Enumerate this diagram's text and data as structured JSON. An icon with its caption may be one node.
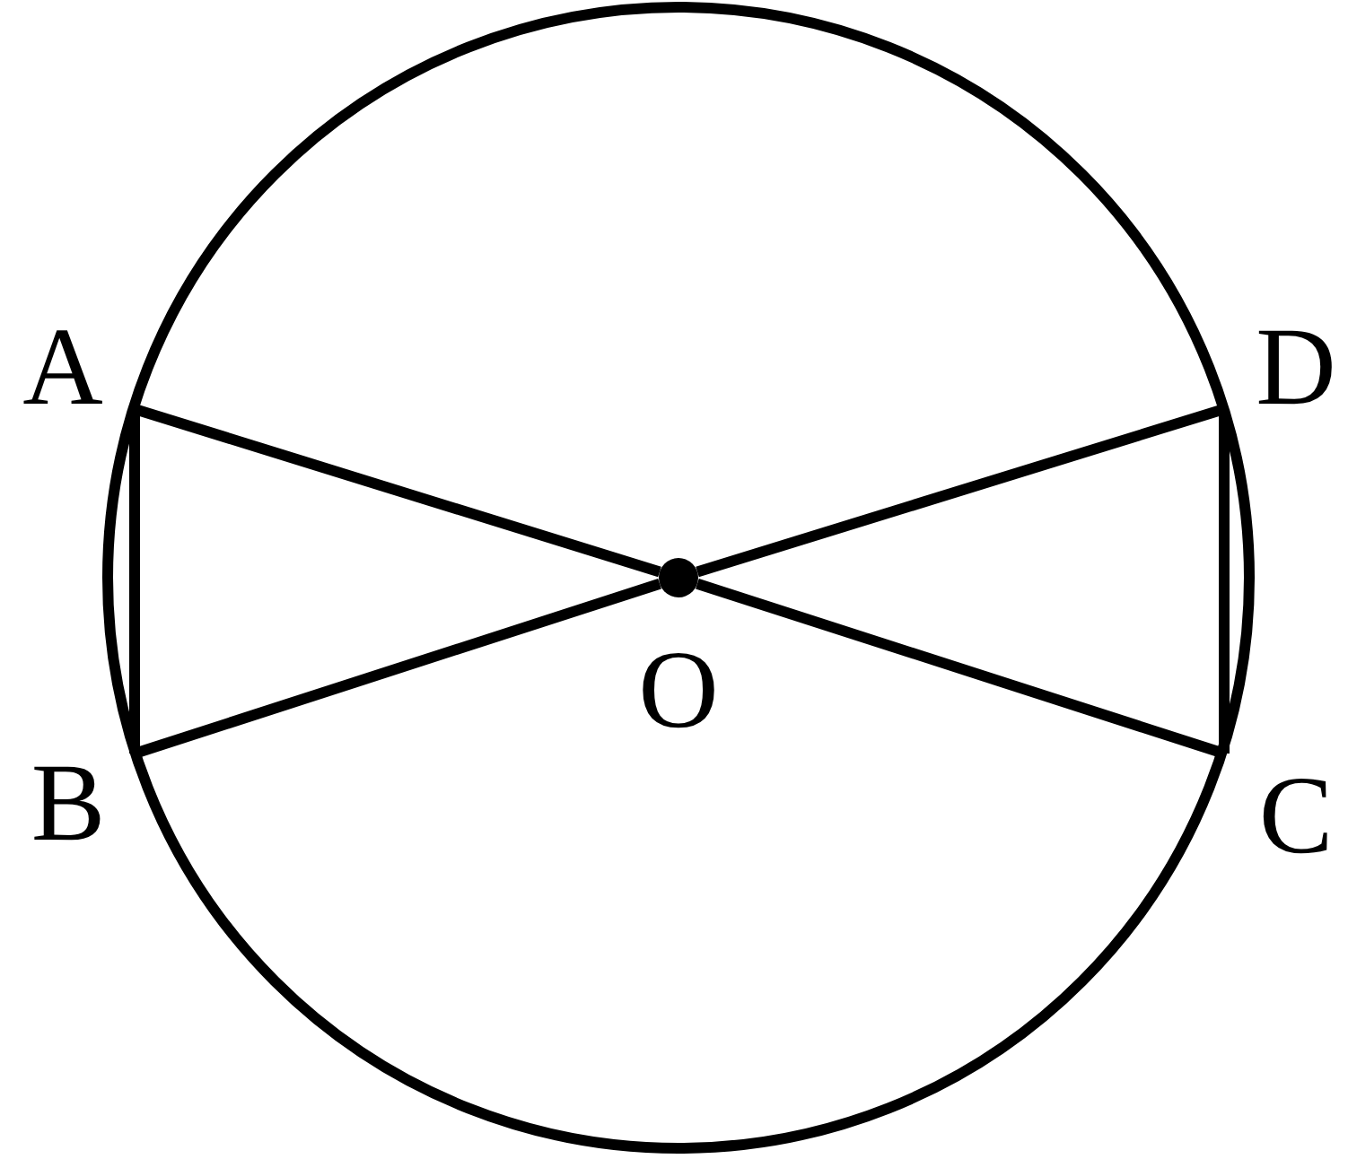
{
  "diagram": {
    "nodes": [
      {
        "text": [
          "A"
        ]
      },
      {
        "text": [
          "D"
        ]
      },
      {
        "text": [],
        "shape": "circle",
        "beside": [
          "O"
        ]
      },
      {
        "text": [
          "B"
        ]
      },
      {
        "text": [
          "C"
        ]
      }
    ],
    "edges": [
      {
        "from": 0,
        "to": 3,
        "arrow": "none"
      },
      {
        "from": 0,
        "to": 2,
        "arrow": "none"
      },
      {
        "from": 2,
        "to": 4,
        "arrow": "none"
      },
      {
        "from": 3,
        "to": 2,
        "arrow": "none"
      },
      {
        "from": 2,
        "to": 1,
        "arrow": "none"
      },
      {
        "from": 1,
        "to": 4,
        "arrow": "none"
      }
    ]
  }
}
